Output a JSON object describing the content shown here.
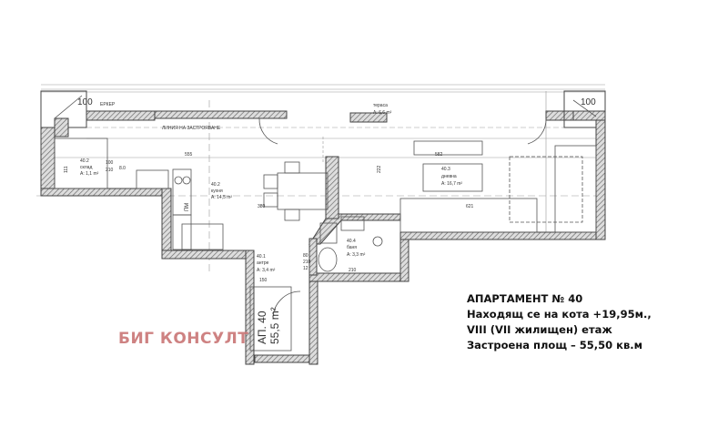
{
  "plan": {
    "rooms": [
      {
        "id": "40.2",
        "name": "склад",
        "area": "A: 1,1 m²"
      },
      {
        "id": "40.2",
        "name": "кухня",
        "area": "A: 14,5 m²"
      },
      {
        "id": "40.3",
        "name": "дневна",
        "area": "A: 16,7 m²"
      },
      {
        "id": "40.1",
        "name": "антре",
        "area": "A: 3,4 m²"
      },
      {
        "id": "40.4",
        "name": "баня",
        "area": "A: 3,3 m²"
      }
    ],
    "terrace": {
      "name": "тераса",
      "area": "A: 6,6 m²"
    },
    "bay_label": "ЕРКЕР",
    "building_line": "ЛИНИЯ НА ЗАСТРОЯВАНЕ",
    "balcony_left": "100",
    "balcony_right": "100",
    "dimensions": {
      "storage_door": [
        "100",
        "210"
      ],
      "storage_height": "111",
      "kitchen_width": "555",
      "living_width": "582",
      "kitchen_depth": "380",
      "living_depth": "621",
      "living_height": "222",
      "hall_width": "150",
      "bath_door": [
        "80",
        "210",
        "12"
      ],
      "bath_width": "210",
      "pm": "ПМ",
      "v8": "8.0"
    },
    "apartment_tag": {
      "number": "АП. 40",
      "area": "55,5 m²"
    }
  },
  "title_block": {
    "line1": "АПАРТАМЕНТ № 40",
    "line2": "Находящ се на кота +19,95м.,",
    "line3": "VIII (VII жилищен) етаж",
    "line4": "Застроена площ – 55,50 кв.м"
  },
  "watermark": "БИГ КОНСУЛТ",
  "colors": {
    "wall": "#555555",
    "hatch": "#888888",
    "watermark": "#c97575"
  }
}
